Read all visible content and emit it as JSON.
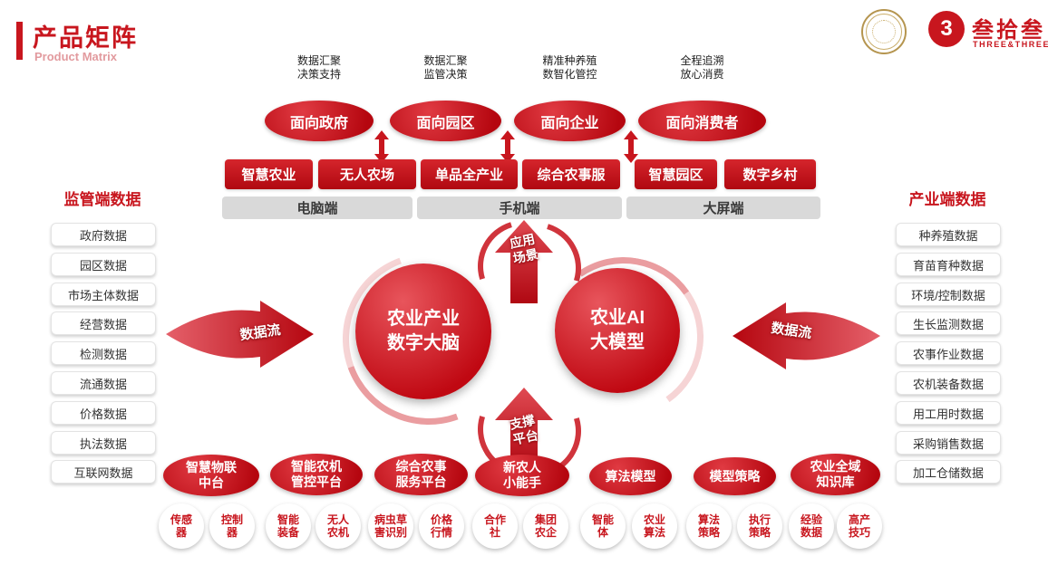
{
  "colors": {
    "primary": "#c8161e",
    "gray_bar": "#d9d9d9",
    "gold": "#b5954f"
  },
  "header": {
    "title": "产品矩阵",
    "subtitle": "Product Matrix"
  },
  "brand": {
    "glyph": "3",
    "name": "叁拾叁",
    "sub": "THREE&THREE"
  },
  "audience": {
    "captions": [
      {
        "line1": "数据汇聚",
        "line2": "决策支持"
      },
      {
        "line1": "数据汇聚",
        "line2": "监管决策"
      },
      {
        "line1": "精准种养殖",
        "line2": "数智化管控"
      },
      {
        "line1": "全程追溯",
        "line2": "放心消费"
      }
    ],
    "ellipses": [
      "面向政府",
      "面向园区",
      "面向企业",
      "面向消费者"
    ]
  },
  "products": [
    "智慧农业",
    "无人农场",
    "单品全产业",
    "综合农事服",
    "智慧园区",
    "数字乡村"
  ],
  "platforms": [
    "电脑端",
    "手机端",
    "大屏端"
  ],
  "panels": {
    "left": {
      "title": "监管端数据",
      "items": [
        "政府数据",
        "园区数据",
        "市场主体数据",
        "经营数据",
        "检测数据",
        "流通数据",
        "价格数据",
        "执法数据",
        "互联网数据"
      ]
    },
    "right": {
      "title": "产业端数据",
      "items": [
        "种养殖数据",
        "育苗育种数据",
        "环境/控制数据",
        "生长监测数据",
        "农事作业数据",
        "农机装备数据",
        "用工用时数据",
        "采购销售数据",
        "加工仓储数据"
      ]
    }
  },
  "center": {
    "left_circle": {
      "line1": "农业产业",
      "line2": "数字大脑"
    },
    "right_circle": {
      "line1": "农业AI",
      "line2": "大模型"
    },
    "app_arrow": {
      "line1": "应用",
      "line2": "场景"
    },
    "support_arrow": {
      "line1": "支撑",
      "line2": "平台"
    },
    "left_flow": "数据流",
    "right_flow": "数据流"
  },
  "bottom": {
    "ellipses": [
      {
        "line1": "智慧物联",
        "line2": "中台"
      },
      {
        "line1": "智能农机",
        "line2": "管控平台"
      },
      {
        "line1": "综合农事",
        "line2": "服务平台"
      },
      {
        "line1": "新农人",
        "line2": "小能手"
      },
      {
        "line1": "算法模型"
      },
      {
        "line1": "模型策略"
      },
      {
        "line1": "农业全域",
        "line2": "知识库"
      }
    ],
    "circles": [
      {
        "line1": "传感",
        "line2": "器"
      },
      {
        "line1": "控制",
        "line2": "器"
      },
      {
        "line1": "智能",
        "line2": "装备"
      },
      {
        "line1": "无人",
        "line2": "农机"
      },
      {
        "line1": "病虫草",
        "line2": "害识别"
      },
      {
        "line1": "价格",
        "line2": "行情"
      },
      {
        "line1": "合作",
        "line2": "社"
      },
      {
        "line1": "集团",
        "line2": "农企"
      },
      {
        "line1": "智能",
        "line2": "体"
      },
      {
        "line1": "农业",
        "line2": "算法"
      },
      {
        "line1": "算法",
        "line2": "策略"
      },
      {
        "line1": "执行",
        "line2": "策略"
      },
      {
        "line1": "经验",
        "line2": "数据"
      },
      {
        "line1": "高产",
        "line2": "技巧"
      }
    ]
  }
}
